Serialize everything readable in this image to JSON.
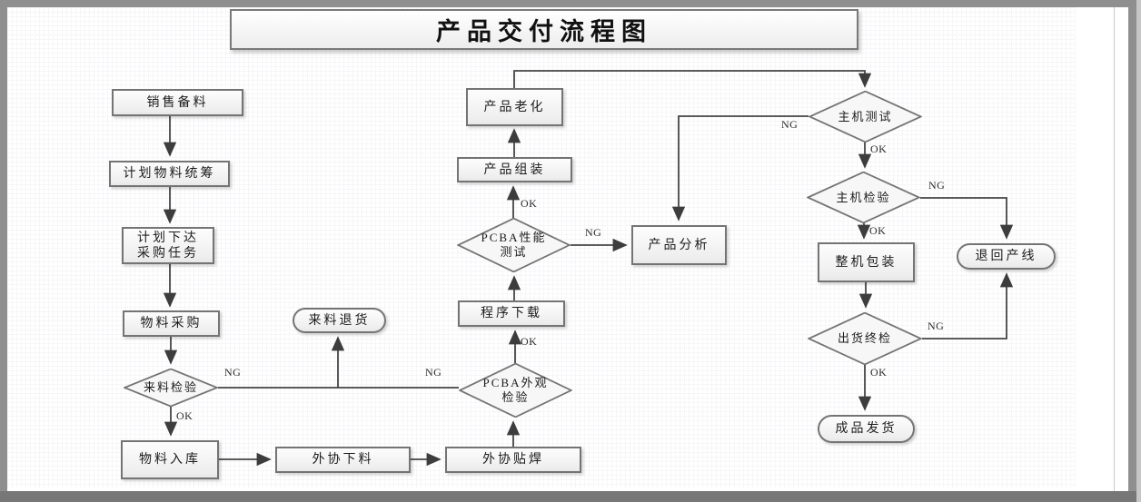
{
  "title": "产品交付流程图",
  "decision_labels": {
    "ng": "NG",
    "ok": "OK"
  },
  "nodes": {
    "sales_prep": "销售备料",
    "material_planning": "计划物料统筹",
    "purchase_task": "计划下达\n采购任务",
    "material_purchase": "物料采购",
    "incoming_inspection": "来料检验",
    "incoming_return": "来料退货",
    "material_storage": "物料入库",
    "outsource_cutting": "外协下料",
    "outsource_soldering": "外协贴焊",
    "pcba_visual_inspection": "PCBA外观\n检验",
    "program_download": "程序下载",
    "pcba_performance_test": "PCBA性能\n测试",
    "product_assembly": "产品组装",
    "product_aging": "产品老化",
    "product_analysis": "产品分析",
    "host_test": "主机测试",
    "host_inspection": "主机检验",
    "machine_packing": "整机包装",
    "return_to_line": "退回产线",
    "final_inspection": "出货终检",
    "product_shipping": "成品发货"
  },
  "edges": [
    {
      "from": "sales_prep",
      "to": "material_planning",
      "label": ""
    },
    {
      "from": "material_planning",
      "to": "purchase_task",
      "label": ""
    },
    {
      "from": "purchase_task",
      "to": "material_purchase",
      "label": ""
    },
    {
      "from": "material_purchase",
      "to": "incoming_inspection",
      "label": ""
    },
    {
      "from": "incoming_inspection",
      "to": "material_storage",
      "label": "OK"
    },
    {
      "from": "incoming_inspection",
      "to": "incoming_return",
      "label": "NG"
    },
    {
      "from": "material_storage",
      "to": "outsource_cutting",
      "label": ""
    },
    {
      "from": "outsource_cutting",
      "to": "outsource_soldering",
      "label": ""
    },
    {
      "from": "outsource_soldering",
      "to": "pcba_visual_inspection",
      "label": ""
    },
    {
      "from": "pcba_visual_inspection",
      "to": "program_download",
      "label": "OK"
    },
    {
      "from": "pcba_visual_inspection",
      "to": "incoming_return",
      "label": "NG"
    },
    {
      "from": "program_download",
      "to": "pcba_performance_test",
      "label": ""
    },
    {
      "from": "pcba_performance_test",
      "to": "product_assembly",
      "label": "OK"
    },
    {
      "from": "pcba_performance_test",
      "to": "product_analysis",
      "label": "NG"
    },
    {
      "from": "product_assembly",
      "to": "product_aging",
      "label": ""
    },
    {
      "from": "product_aging",
      "to": "host_test",
      "label": ""
    },
    {
      "from": "host_test",
      "to": "host_inspection",
      "label": "OK"
    },
    {
      "from": "host_test",
      "to": "product_analysis",
      "label": "NG"
    },
    {
      "from": "host_inspection",
      "to": "machine_packing",
      "label": "OK"
    },
    {
      "from": "host_inspection",
      "to": "return_to_line",
      "label": "NG"
    },
    {
      "from": "machine_packing",
      "to": "final_inspection",
      "label": ""
    },
    {
      "from": "final_inspection",
      "to": "product_shipping",
      "label": "OK"
    },
    {
      "from": "final_inspection",
      "to": "return_to_line",
      "label": "NG"
    }
  ]
}
